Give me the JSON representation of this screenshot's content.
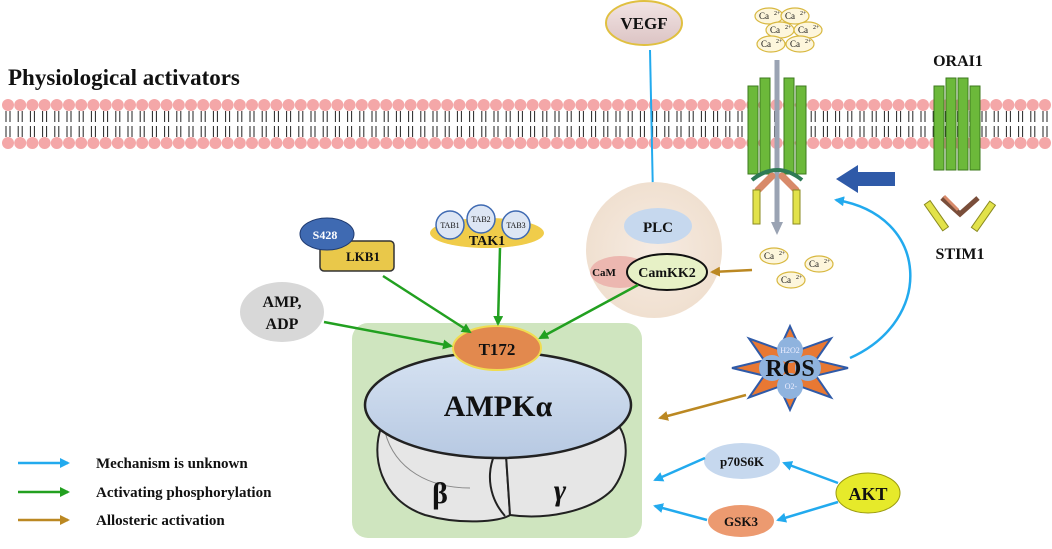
{
  "title": "Physiological activators",
  "labels": {
    "vegf": "VEGF",
    "orai1": "ORAI1",
    "stim1": "STIM1",
    "plc": "PLC",
    "cam": "CaM",
    "camkk2": "CamKK2",
    "s428": "S428",
    "lkb1": "LKB1",
    "tab1": "TAB1",
    "tab2": "TAB2",
    "tab3": "TAB3",
    "tak1": "TAK1",
    "amp_line1": "AMP,",
    "amp_line2": "ADP",
    "t172": "T172",
    "ampka": "AMPKα",
    "beta": "β",
    "gamma": "γ",
    "ros": "ROS",
    "h2o2": "H2O2",
    "o2": "O2-",
    "p70s6k": "p70S6K",
    "akt": "AKT",
    "gsk3": "GSK3",
    "ca_ion": "Ca",
    "ca_charge": "2+"
  },
  "legend": [
    {
      "label": "Mechanism is unknown",
      "color": "#22aaee"
    },
    {
      "label": "Activating phosphorylation",
      "color": "#22a020"
    },
    {
      "label": "Allosteric activation",
      "color": "#bb8822"
    }
  ],
  "colors": {
    "membrane_head": "#f4a7a8",
    "channel_green": "#6cb93a",
    "ampk_panel": "#cfe5bf",
    "ampk_top": "#c2d3ea",
    "t172": "#e2894e",
    "ros_star": "#e87833",
    "akt": "#e6ea2a",
    "unknown_arrow": "#22aaee",
    "phospho_arrow": "#22a020",
    "allosteric_arrow": "#bb8822",
    "stim_arrow": "#2f5aa8"
  }
}
